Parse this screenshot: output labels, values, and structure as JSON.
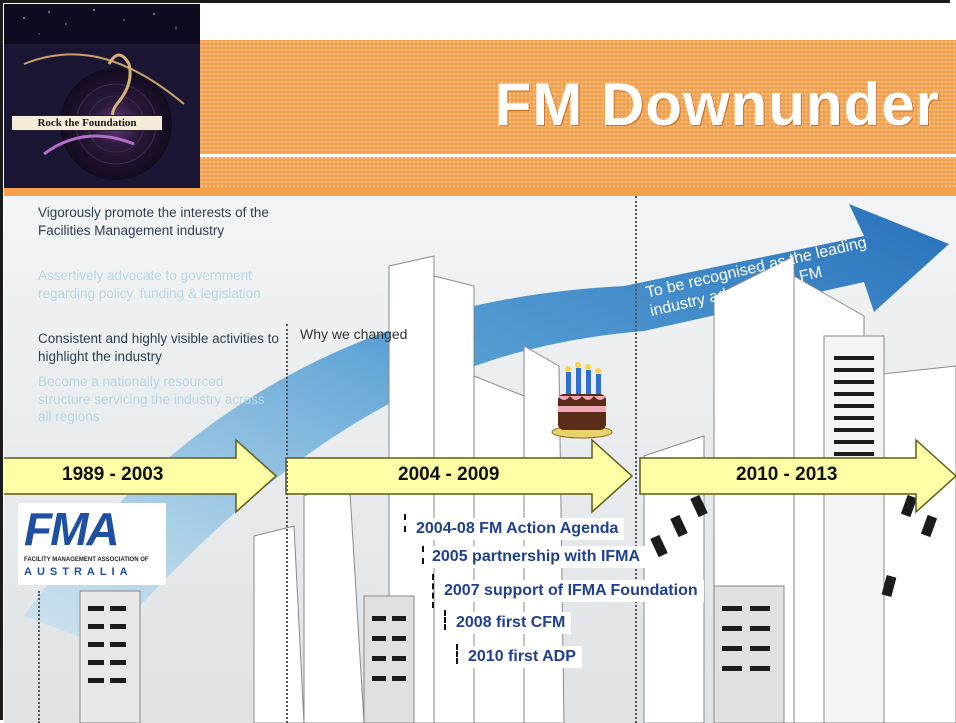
{
  "brand": {
    "logo_text": "Rock the Foundation",
    "colors": {
      "banner": "#f5a04a",
      "arrow_yellow": "#fdfda6",
      "arrow_blue": "#2f7fc5",
      "milestone_text": "#1f3f8f",
      "fma_blue": "#1f4fa0"
    }
  },
  "title": "FM Downunder",
  "goals": [
    {
      "text": "Vigorously promote the interests of the Facilities Management industry",
      "style": "dark"
    },
    {
      "text": "Assertively advocate to government regarding policy, funding & legislation",
      "style": "light"
    },
    {
      "text": "Consistent and highly visible activities to highlight the industry",
      "style": "dark"
    },
    {
      "text": "Become a nationally resourced structure servicing the industry across all regions",
      "style": "light"
    }
  ],
  "why_changed": "Why we changed",
  "vision_arrow_text": "To be recognised as the leading industry advocate for FM",
  "eras": [
    "1989 - 2003",
    "2004 - 2009",
    "2010 - 2013"
  ],
  "milestones": [
    "2004-08 FM Action Agenda",
    "2005 partnership with IFMA",
    "2007 support of IFMA Foundation",
    "2008 first CFM",
    "2010 first ADP"
  ],
  "fma_logo": {
    "mark": "FMA",
    "subtitle": "FACILITY MANAGEMENT ASSOCIATION OF",
    "country": "AUSTRALIA"
  },
  "icons": [
    "birthday-cake-icon"
  ]
}
